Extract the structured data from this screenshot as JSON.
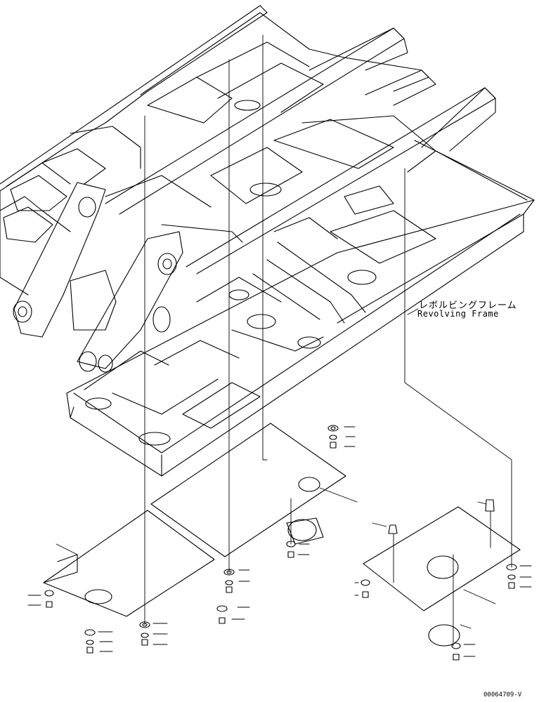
{
  "labels": {
    "part_name_jp": "レボルビングフレーム",
    "part_name_en": "Revolving Frame",
    "drawing_number": "00064709-V"
  }
}
